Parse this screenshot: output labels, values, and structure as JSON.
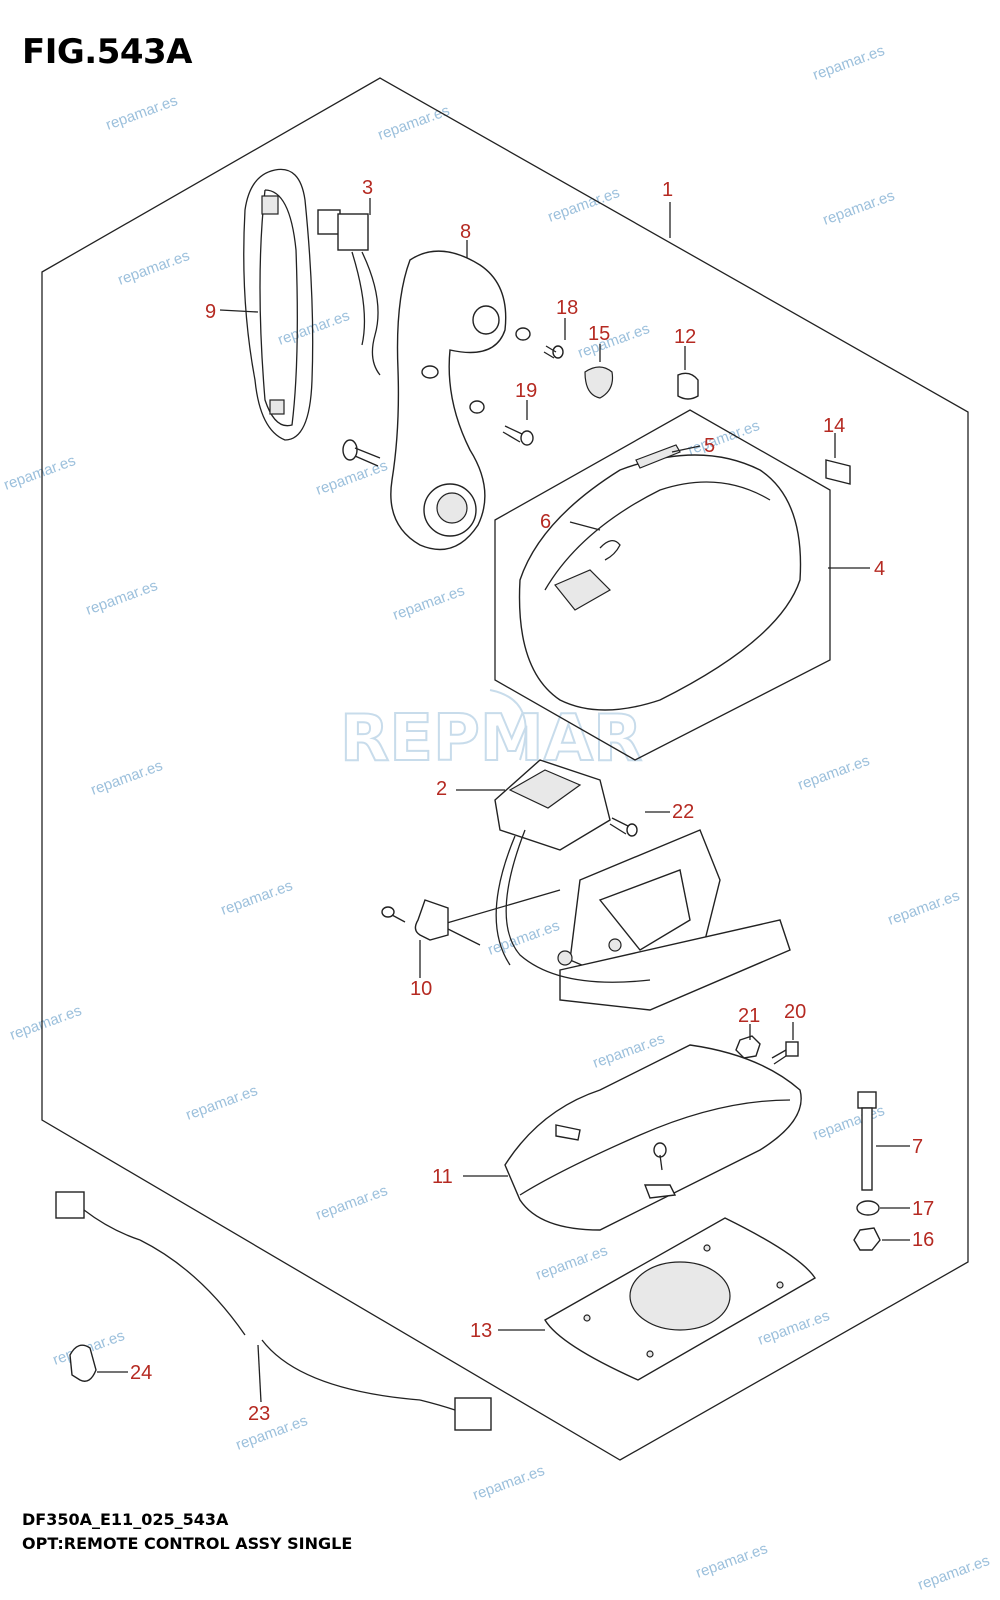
{
  "figure": {
    "title": "FIG.543A",
    "code": "DF350A_E11_025_543A",
    "description": "OPT:REMOTE CONTROL ASSY SINGLE"
  },
  "watermark": {
    "text": "repamar.es",
    "logo_text": "REPMAR",
    "color": "#9cc0dc"
  },
  "callouts": [
    "1",
    "2",
    "3",
    "4",
    "5",
    "6",
    "7",
    "8",
    "9",
    "10",
    "11",
    "12",
    "13",
    "14",
    "15",
    "16",
    "17",
    "18",
    "19",
    "20",
    "21",
    "22",
    "23",
    "24"
  ],
  "colors": {
    "callout": "#b52a22",
    "line": "#222222"
  }
}
